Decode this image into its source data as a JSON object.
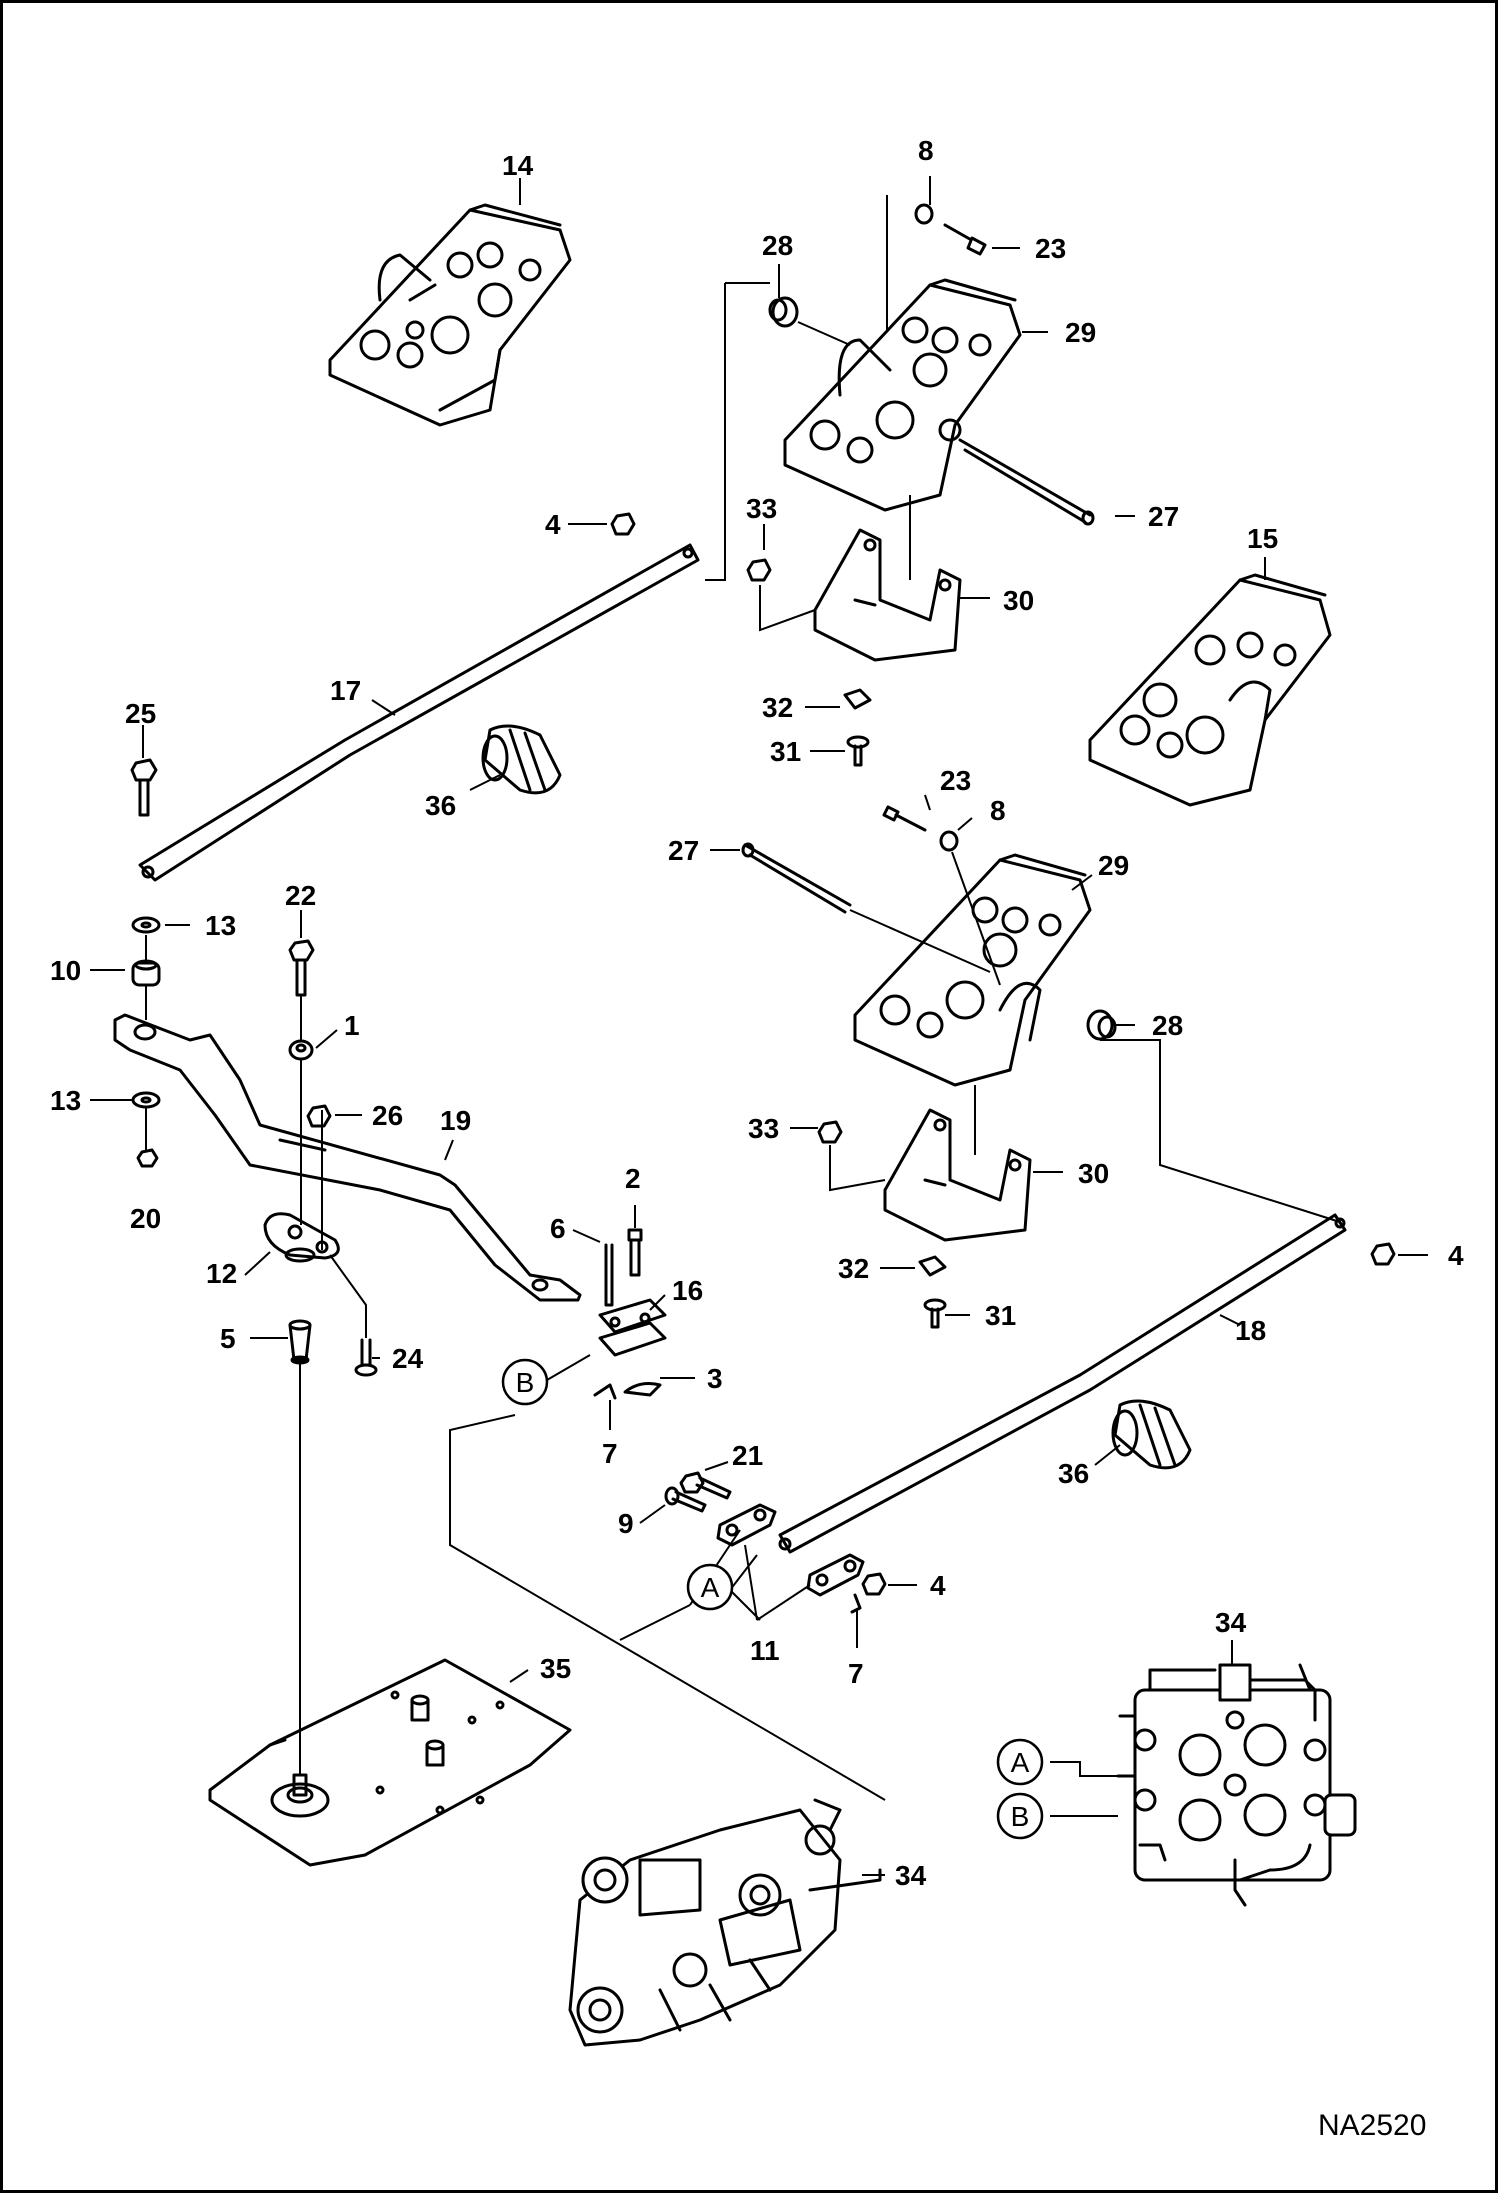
{
  "drawing_id": "NA2520",
  "labels": {
    "n1": "1",
    "n2": "2",
    "n3": "3",
    "n4a": "4",
    "n4b": "4",
    "n4c": "4",
    "n5": "5",
    "n6": "6",
    "n7a": "7",
    "n7b": "7",
    "n8a": "8",
    "n8b": "8",
    "n9": "9",
    "n10": "10",
    "n11": "11",
    "n12": "12",
    "n13a": "13",
    "n13b": "13",
    "n14": "14",
    "n15": "15",
    "n16": "16",
    "n17": "17",
    "n18": "18",
    "n19": "19",
    "n20": "20",
    "n21": "21",
    "n22": "22",
    "n23a": "23",
    "n23b": "23",
    "n24": "24",
    "n25": "25",
    "n26": "26",
    "n27a": "27",
    "n27b": "27",
    "n28a": "28",
    "n28b": "28",
    "n29a": "29",
    "n29b": "29",
    "n30a": "30",
    "n30b": "30",
    "n31a": "31",
    "n31b": "31",
    "n32a": "32",
    "n32b": "32",
    "n33a": "33",
    "n33b": "33",
    "n34a": "34",
    "n34b": "34",
    "n35": "35",
    "n36a": "36",
    "n36b": "36"
  },
  "callouts": {
    "a_left": "A",
    "b_left": "B",
    "a_right": "A",
    "b_right": "B"
  }
}
